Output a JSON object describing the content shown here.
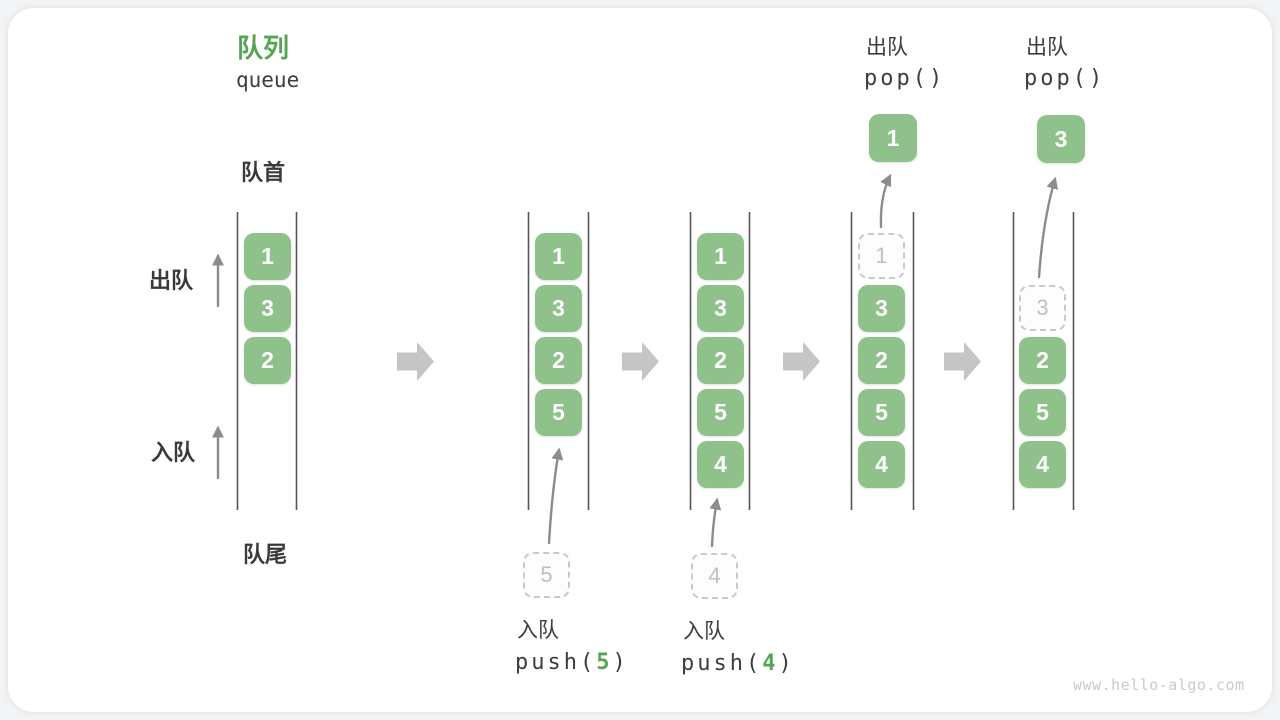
{
  "title": {
    "zh": "队列",
    "en": "queue"
  },
  "labels": {
    "front": "队首",
    "rear": "队尾",
    "dequeue": "出队",
    "enqueue": "入队"
  },
  "watermark": "www.hello-algo.com",
  "colors": {
    "accent-green": "#55a455",
    "box-green": "#8fc18b",
    "box-text": "#ffffff",
    "text-dark": "#3d3d3d",
    "line": "#555555",
    "block-arrow": "#c5c5c5",
    "thin-arrow": "#8c8c8c",
    "ghost-border": "#c9c9c9",
    "ghost-text": "#c0c0c0",
    "watermark": "#c9c9c9"
  },
  "queues": [
    {
      "cells": [
        "1",
        "3",
        "2"
      ]
    },
    {
      "cells": [
        "1",
        "3",
        "2",
        "5"
      ],
      "ghost": "5",
      "op": {
        "label": "入队",
        "fn_prefix": "push(",
        "fn_arg": "5",
        "fn_suffix": ")"
      }
    },
    {
      "cells": [
        "1",
        "3",
        "2",
        "5",
        "4"
      ],
      "ghost": "4",
      "op": {
        "label": "入队",
        "fn_prefix": "push(",
        "fn_arg": "4",
        "fn_suffix": ")"
      }
    },
    {
      "cells": [
        "3",
        "2",
        "5",
        "4"
      ],
      "ghost": "1",
      "popped": "1",
      "op": {
        "label": "出队",
        "fn": "pop()"
      }
    },
    {
      "cells": [
        "2",
        "5",
        "4"
      ],
      "ghost": "3",
      "popped": "3",
      "op": {
        "label": "出队",
        "fn": "pop()"
      }
    }
  ]
}
